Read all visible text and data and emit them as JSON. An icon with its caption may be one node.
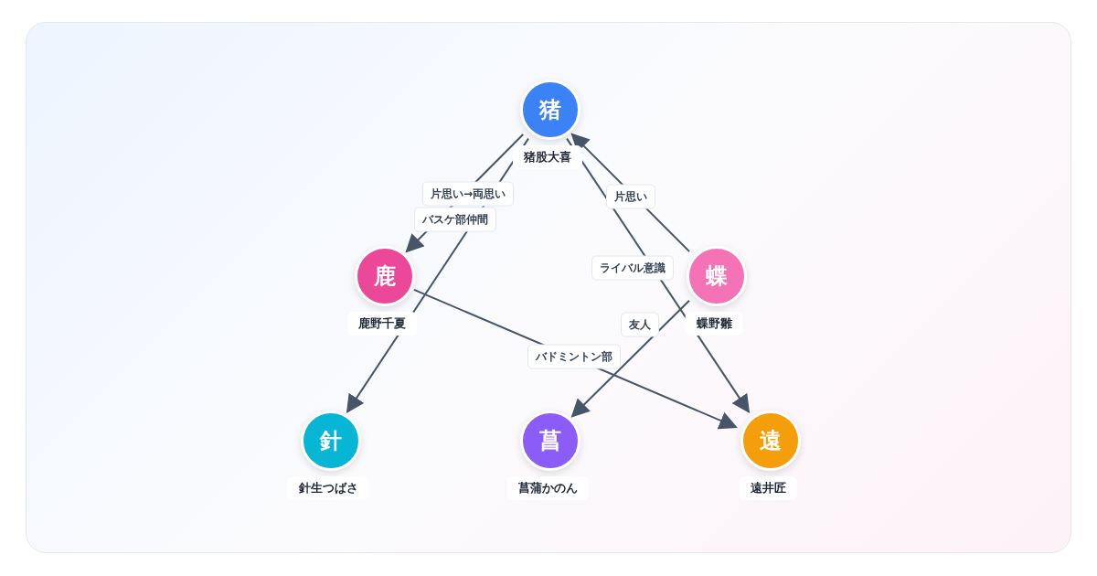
{
  "diagram": {
    "nodes": [
      {
        "text": [
          "猪"
        ],
        "beside": [
          "猪股大喜"
        ]
      },
      {
        "text": [
          "鹿"
        ],
        "beside": [
          "鹿野千夏"
        ]
      },
      {
        "text": [
          "蝶"
        ],
        "beside": [
          "蝶野雛"
        ]
      },
      {
        "text": [
          "針"
        ],
        "beside": [
          "針生つばさ"
        ]
      },
      {
        "text": [
          "菖"
        ],
        "beside": [
          "菖蒲かのん"
        ]
      },
      {
        "text": [
          "遠"
        ],
        "beside": [
          "遠井匠"
        ]
      }
    ],
    "edges": [
      {
        "from": 0,
        "to": 1,
        "arrow": "to",
        "label": "片思い→両思い"
      },
      {
        "from": 0,
        "to": 3,
        "arrow": "to",
        "label": "バスケ部仲間"
      },
      {
        "from": 2,
        "to": 0,
        "arrow": "to",
        "label": "片思い"
      },
      {
        "from": 0,
        "to": 5,
        "arrow": "to",
        "label": "ライバル意識"
      },
      {
        "from": 2,
        "to": 4,
        "arrow": "to",
        "label": "友人"
      },
      {
        "from": 1,
        "to": 5,
        "arrow": "to",
        "label": "バドミントン部"
      }
    ]
  }
}
